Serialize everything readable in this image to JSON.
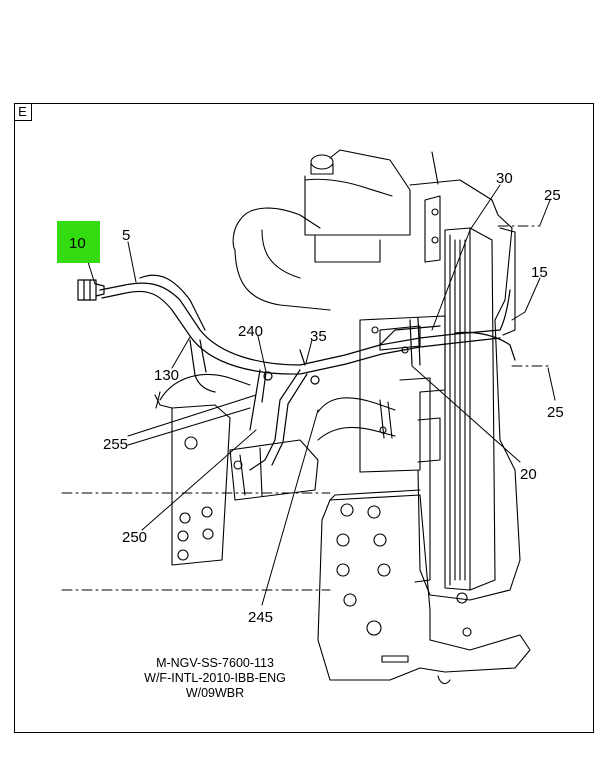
{
  "view": {
    "label": "E"
  },
  "callouts": {
    "c10": "10",
    "c5": "5",
    "c130": "130",
    "c240": "240",
    "c35": "35",
    "c30": "30",
    "c25a": "25",
    "c15": "15",
    "c25b": "25",
    "c255": "255",
    "c20": "20",
    "c250": "250",
    "c245": "245"
  },
  "highlight": {
    "callout": "10",
    "color": "#33dd11"
  },
  "caption": {
    "line1": "M-NGV-SS-7600-113",
    "line2": "W/F-INTL-2010-IBB-ENG",
    "line3": "W/09WBR"
  }
}
